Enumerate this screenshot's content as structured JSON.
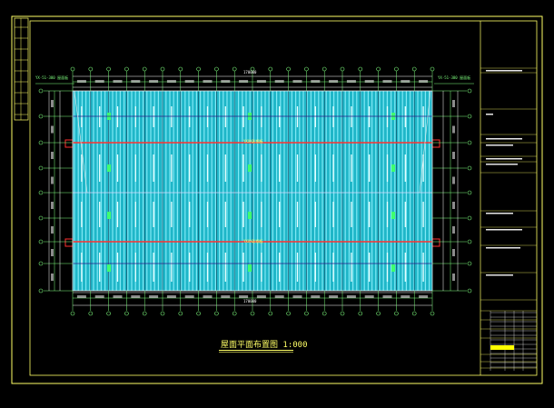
{
  "drawing": {
    "title": "屋面平面布置图 1:000",
    "overall_dim_top": "170000",
    "overall_dim_bottom": "170000",
    "mid_label_1": "YXXX彩钢板",
    "mid_label_2": "YXXX彩钢板",
    "note_left": "YX-51-380 屋面板",
    "note_right": "YX-51-380 屋面板"
  },
  "colors": {
    "background": "#000000",
    "roof_fill": "#1fb6c8",
    "roof_stripe": "#7fe9f5",
    "ridge": "#ff3030",
    "frame": "#ffff66",
    "axis": "#7fff7f",
    "grid": "#c0c0ff",
    "dim": "#ffffff",
    "highlight": "#ffff00"
  },
  "icons": {
    "axis_marker": "axis-bubble-icon"
  }
}
